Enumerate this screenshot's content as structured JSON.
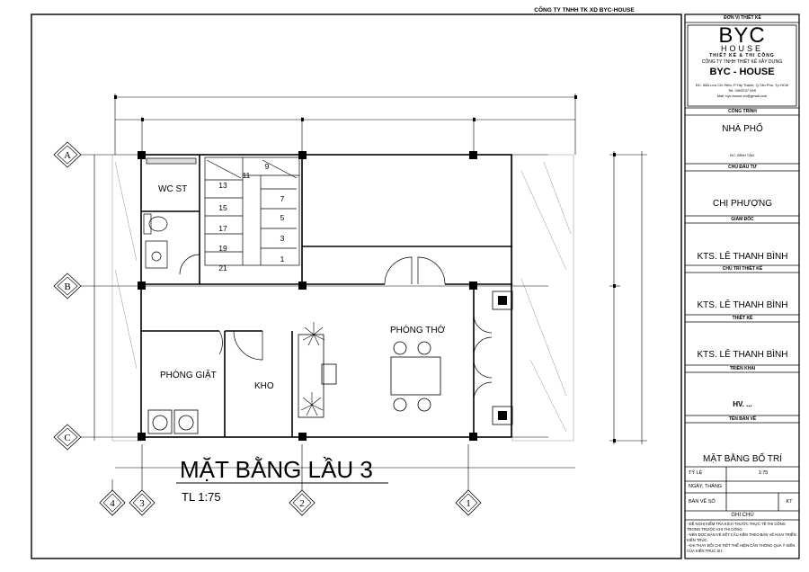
{
  "company_header": "CÔNG TY TNHH TK XD BYC-HOUSE",
  "plan": {
    "title": "MẶT BẰNG LẦU 3",
    "scale": "TL 1:75",
    "rooms": {
      "wc": "WC ST",
      "laundry": "PHÒNG GIẶT",
      "storage": "KHO",
      "altar": "PHÒNG THỜ"
    },
    "stairs": [
      "13",
      "11",
      "9",
      "15",
      "7",
      "5",
      "17",
      "3",
      "19",
      "1",
      "21"
    ],
    "grid_rows": [
      "A",
      "B",
      "C"
    ],
    "grid_cols": [
      "4",
      "3",
      "2",
      "1"
    ]
  },
  "title_block": {
    "unit_label": "ĐƠN VỊ THIẾT KẾ",
    "logo_main": "BYC",
    "logo_sub": "HOUSE",
    "logo_tagline": "THIẾT KẾ & THI CÔNG",
    "company_full": "CÔNG TY TNHH THIẾT KẾ XÂY DỰNG",
    "brand": "BYC - HOUSE",
    "address": "ĐC: 58A Lưu Chí Hiếu, P.Tây Thạnh, Q.Tân Phú, Tp.HCM",
    "phone": "Tel: 0903237 099",
    "email": "Mail: byc.house.vn@gmail.com",
    "project_label": "CÔNG TRÌNH",
    "project_name": "NHÀ PHỐ",
    "project_address": "ĐC: BÌNH TÂN",
    "owner_label": "CHỦ ĐẦU TƯ",
    "owner_name": "CHỊ PHƯỢNG",
    "director_label": "GIÁM ĐỐC",
    "director_name": "KTS. LÊ THANH BÌNH",
    "lead_label": "CHỦ TRÌ THIẾT KẾ",
    "lead_name": "KTS. LÊ THANH BÌNH",
    "designer_label": "THIẾT KẾ",
    "designer_name": "KTS. LÊ THANH BÌNH",
    "deploy_label": "TRIỂN KHAI",
    "deploy_name": "HV. ...",
    "drawing_label": "TÊN BẢN VẼ",
    "drawing_name": "MẶT BẰNG BỐ TRÍ",
    "scale_label": "TỶ LỆ",
    "scale_value": "1:75",
    "date_label": "NGÀY, THÁNG",
    "sheet_label": "BẢN VẼ SỐ",
    "sheet_value": "KT",
    "notes_label": "GHI CHÚ",
    "notes": [
      "- ĐỀ NGHỊ KIỂM TRA KÍCH THƯỚC THỰC TẾ THI CÔNG TRONG TRƯỚC KHI THI CÔNG.",
      "- NÊN ĐỌC BẢN VẼ KẾT CẤU KẾM THEO BẢN VẼ KHAI TRIỂN KIẾN TRÚC.",
      "- KHI THAY ĐỔI CHI TIẾT THỂ HIỆN CẦN THÔNG QUA Ý KIẾN CỦA KIẾN TRÚC SƯ."
    ]
  }
}
